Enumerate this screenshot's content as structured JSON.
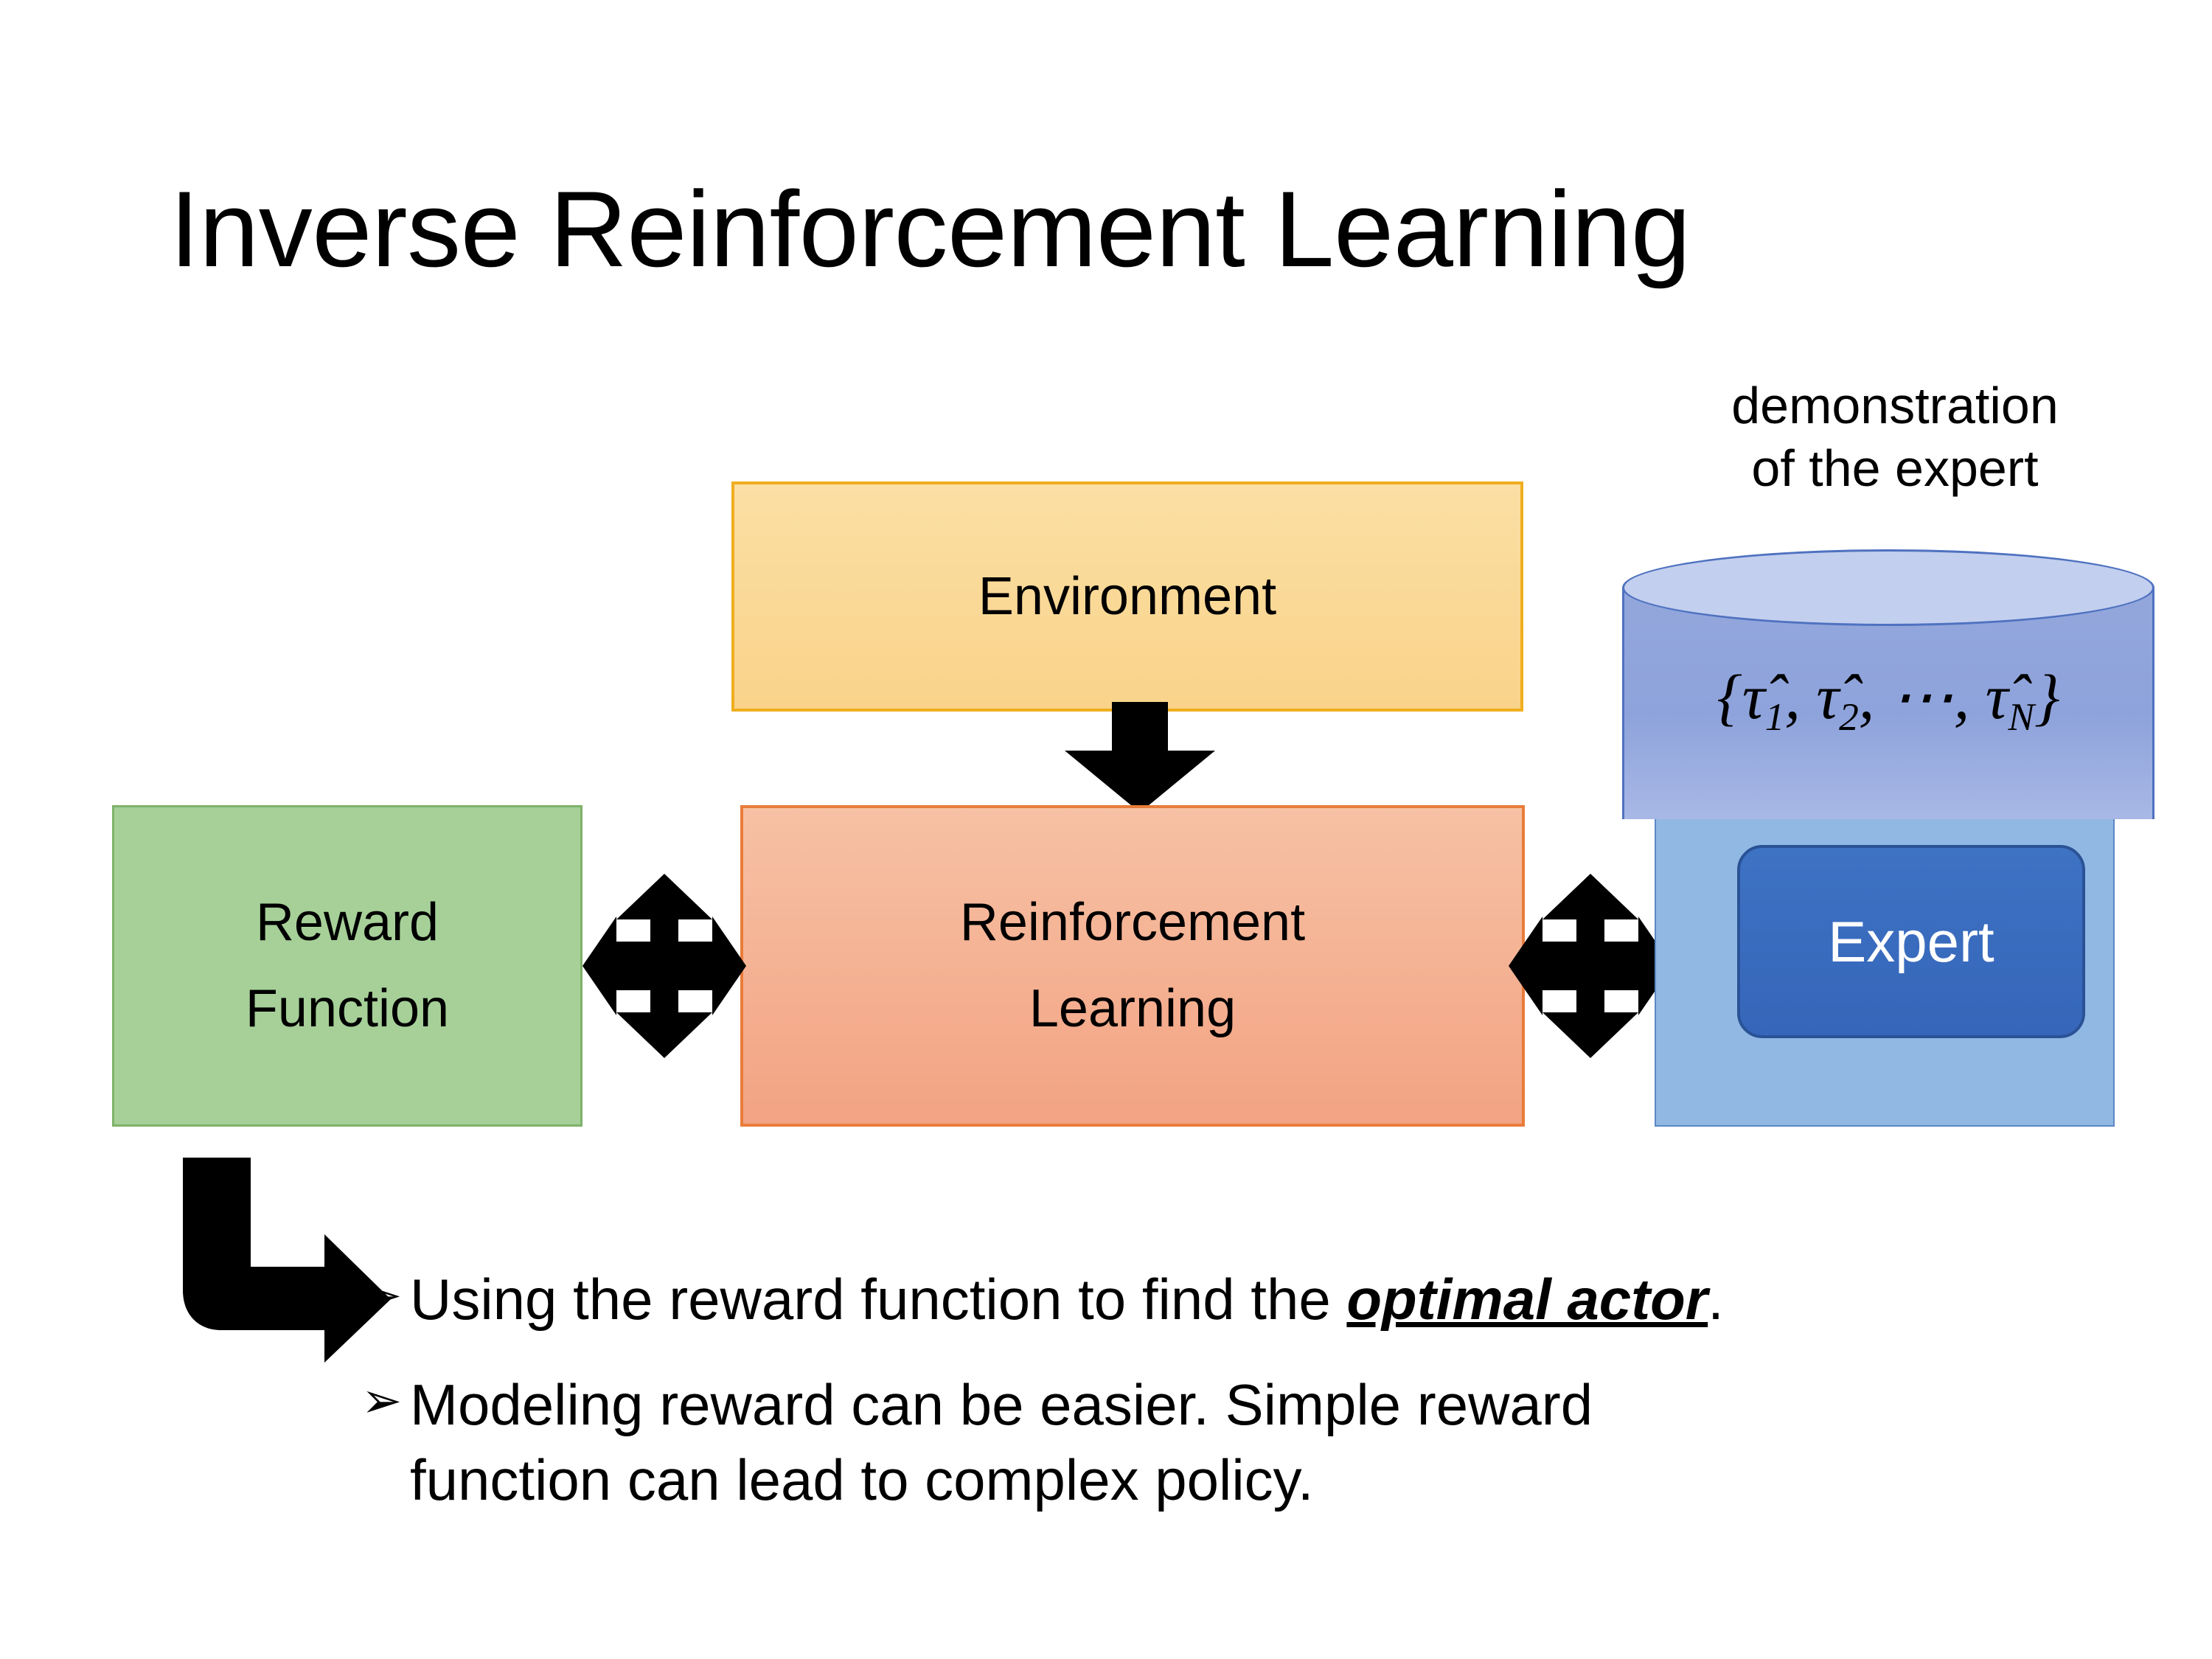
{
  "slide": {
    "title": "Inverse Reinforcement Learning",
    "background_color": "#FFFFFF"
  },
  "diagram": {
    "environment_box": {
      "label": "Environment",
      "fill_color": "#F9D38A",
      "border_color": "#F0AE1E"
    },
    "reinforcement_learning_box": {
      "label_line1": "Reinforcement",
      "label_line2": "Learning",
      "fill_color": "#F2A383",
      "border_color": "#E97C3A"
    },
    "reward_function_box": {
      "label_line1": "Reward",
      "label_line2": "Function",
      "fill_color": "#A6D098",
      "border_color": "#7EB26A"
    },
    "expert_group": {
      "caption_line1": "demonstration",
      "caption_line2": "of the expert",
      "cylinder": {
        "formula_open": "{",
        "formula_tau1": "τ̂",
        "formula_sub1": "1",
        "formula_sep1": ", ",
        "formula_tau2": "τ̂",
        "formula_sub2": "2",
        "formula_sep2": ", ⋯, ",
        "formula_tauN": "τ̂",
        "formula_subN": "N",
        "formula_close": "}",
        "formula_plain": "{τ̂1, τ̂2, ⋯, τ̂N}",
        "top_color": "#C3CFEE",
        "body_color": "#8EA3DB",
        "border_color": "#4F72C0"
      },
      "panel_color": "#90B8E3",
      "expert_box": {
        "label": "Expert",
        "fill_color": "#3566B9",
        "border_color": "#2A5296",
        "text_color": "#FFFFFF"
      }
    },
    "arrows": {
      "environment_to_rl": "down-block-arrow",
      "reward_to_rl": "four-way-arrow",
      "rl_to_expert": "four-way-arrow",
      "reward_to_bullets": "bent-elbow-arrow",
      "color": "#000000"
    }
  },
  "bullets": {
    "marker": "➢",
    "items": [
      {
        "prefix": "Using the reward function to find the ",
        "emphasis": "optimal actor",
        "suffix": "."
      },
      {
        "prefix": "Modeling reward can be easier. Simple reward\nfunction can lead to complex policy.",
        "emphasis": "",
        "suffix": ""
      }
    ]
  }
}
